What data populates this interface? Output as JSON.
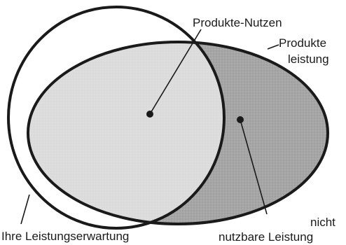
{
  "labels": {
    "produkte_nutzen": "Produkte-Nutzen",
    "produkte_leistung_line1": "Produkte",
    "produkte_leistung_line2": "leistung",
    "ihre_leistungserwartung": "Ihre Leistungserwartung",
    "nicht_nutzbar_line1": "nicht",
    "nicht_nutzbar_line2": "nutzbare Leistung"
  },
  "colors": {
    "overlap_fill": "#dcdcdc",
    "non_usable_fill": "#a6a6a6",
    "outline": "#1a1a1a",
    "background": "#ffffff"
  }
}
